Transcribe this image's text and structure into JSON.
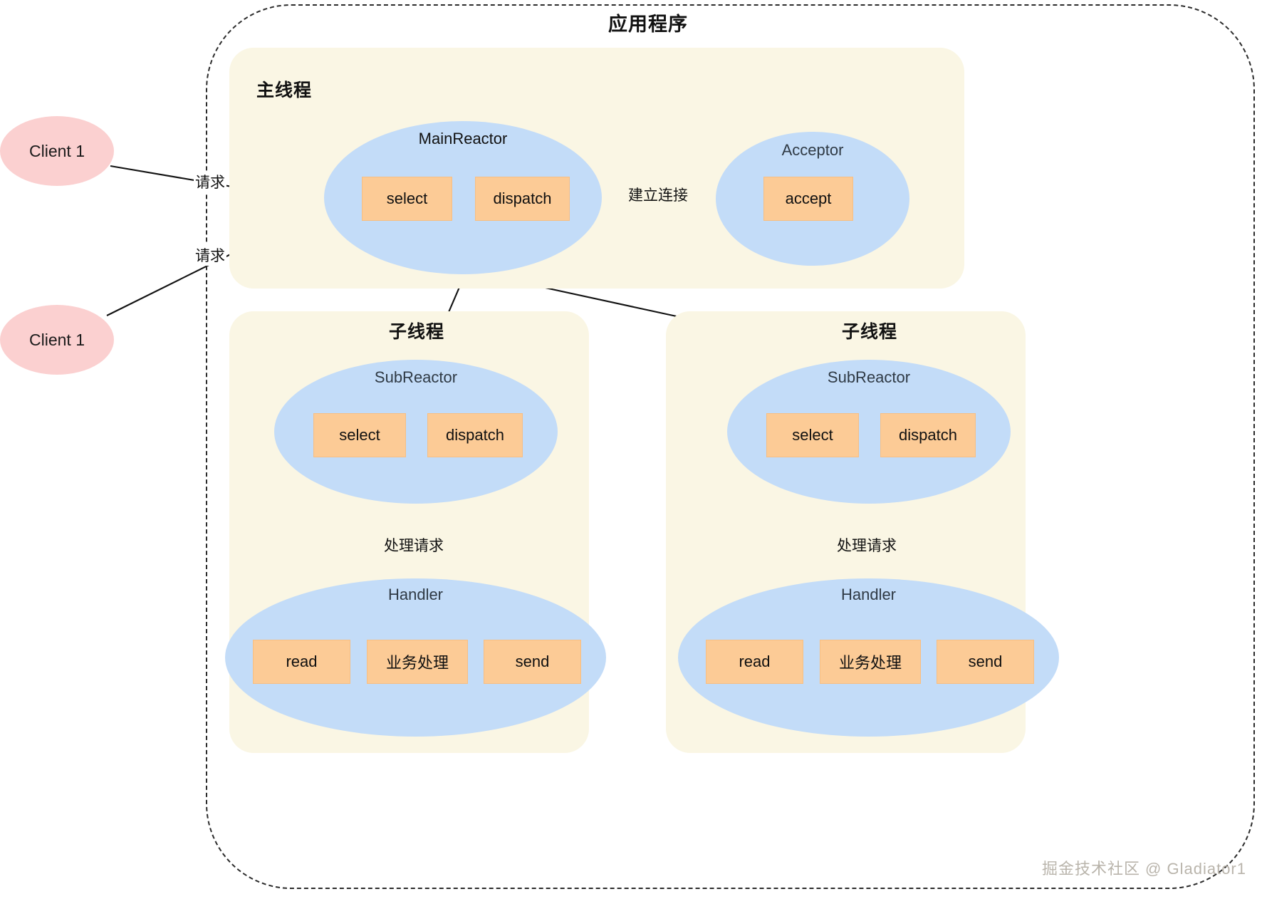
{
  "diagram": {
    "title": "应用程序",
    "watermark": "掘金技术社区 @ Gladiator1",
    "colors": {
      "panel": "#faf6e4",
      "ellipse_blue": "#c3dcf8",
      "ellipse_pink": "#fbd0d0",
      "opbox": "#fccb96",
      "stroke": "#1a1a1a",
      "boundary": "#2b2b2b"
    }
  },
  "clients": [
    {
      "label": "Client 1"
    },
    {
      "label": "Client 1"
    }
  ],
  "main_thread": {
    "title": "主线程",
    "main_reactor": {
      "label": "MainReactor",
      "ops": [
        {
          "label": "select"
        },
        {
          "label": "dispatch"
        }
      ]
    },
    "acceptor": {
      "label": "Acceptor",
      "ops": [
        {
          "label": "accept"
        }
      ]
    }
  },
  "sub_threads": [
    {
      "title": "子线程",
      "sub_reactor": {
        "label": "SubReactor",
        "ops": [
          {
            "label": "select"
          },
          {
            "label": "dispatch"
          }
        ]
      },
      "handler": {
        "label": "Handler",
        "ops": [
          {
            "label": "read"
          },
          {
            "label": "业务处理"
          },
          {
            "label": "send"
          }
        ]
      }
    },
    {
      "title": "子线程",
      "sub_reactor": {
        "label": "SubReactor",
        "ops": [
          {
            "label": "select"
          },
          {
            "label": "dispatch"
          }
        ]
      },
      "handler": {
        "label": "Handler",
        "ops": [
          {
            "label": "read"
          },
          {
            "label": "业务处理"
          },
          {
            "label": "send"
          }
        ]
      }
    }
  ],
  "edges": {
    "request_1": "请求",
    "request_2": "请求",
    "establish_connection": "建立连接",
    "handle_request_left": "处理请求",
    "handle_request_right": "处理请求"
  }
}
